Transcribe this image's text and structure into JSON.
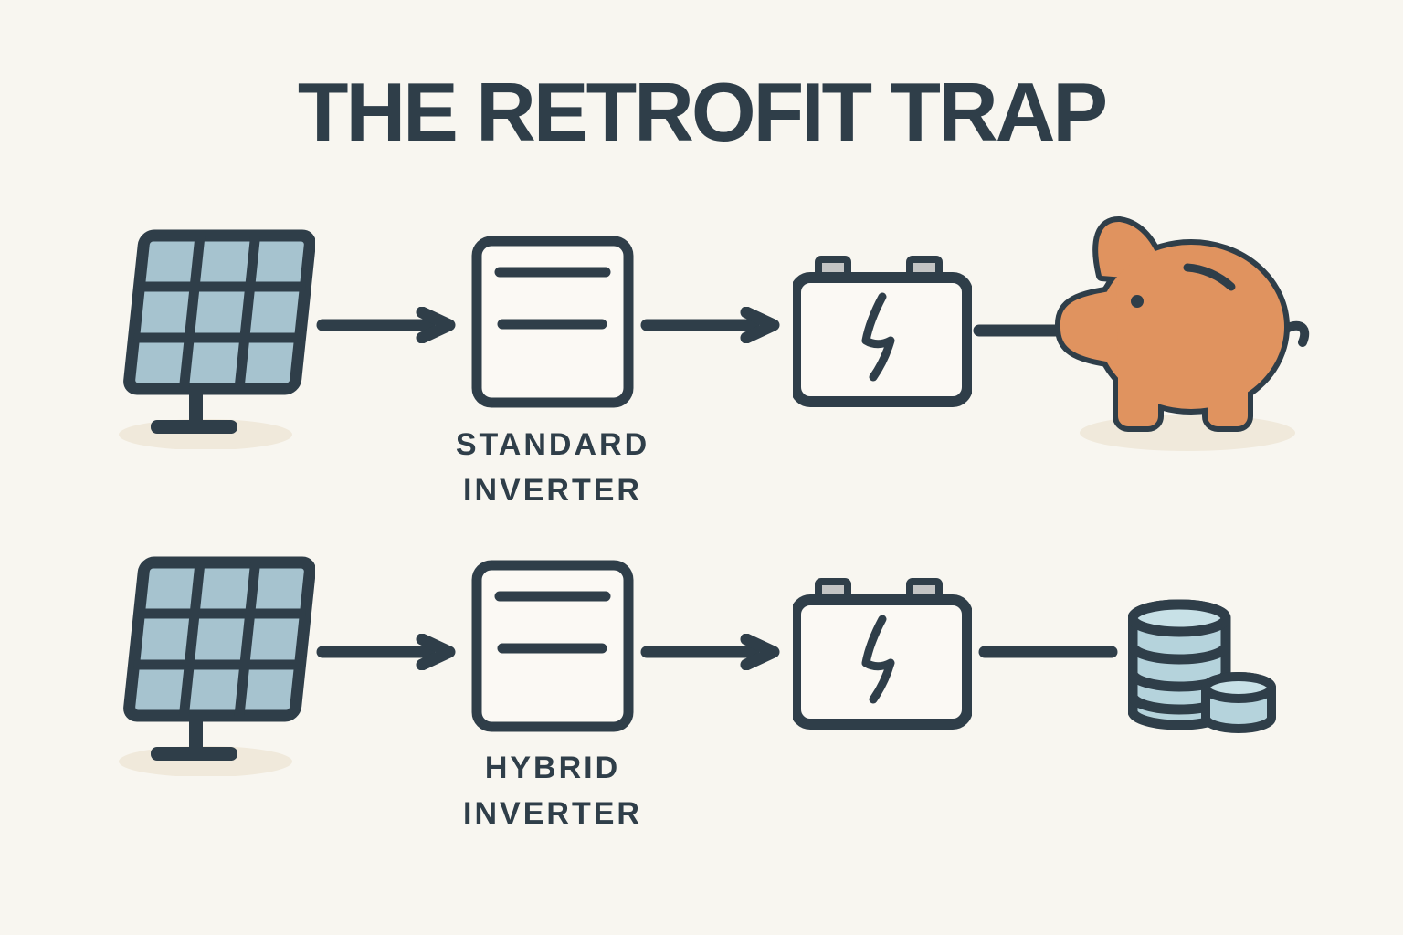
{
  "title": "THE RETROFIT TRAP",
  "rows": [
    {
      "name": "standard-path",
      "source_icon": "solar-panel-icon",
      "inverter_label": [
        "STANDARD",
        "INVERTER"
      ],
      "storage_icon": "battery-icon",
      "outcome_icon": "piggy-bank-icon",
      "outcome_meaning": "savings locked in piggy bank"
    },
    {
      "name": "hybrid-path",
      "source_icon": "solar-panel-icon",
      "inverter_label": [
        "HYBRID",
        "INVERTER"
      ],
      "storage_icon": "battery-icon",
      "outcome_icon": "coin-stack-icon",
      "outcome_meaning": "cash / coins"
    }
  ],
  "colors": {
    "background": "#f8f6f0",
    "outline": "#2f3e49",
    "text": "#2f3e49",
    "cell": "#a6c3cf",
    "boxfill": "#fbf9f4",
    "pig": "#e0935f",
    "coin_face": "#c8e1e7",
    "coin_side": "#b5d3dc",
    "shadow": "#f0e9db",
    "terminal": "#c3c4c4"
  }
}
